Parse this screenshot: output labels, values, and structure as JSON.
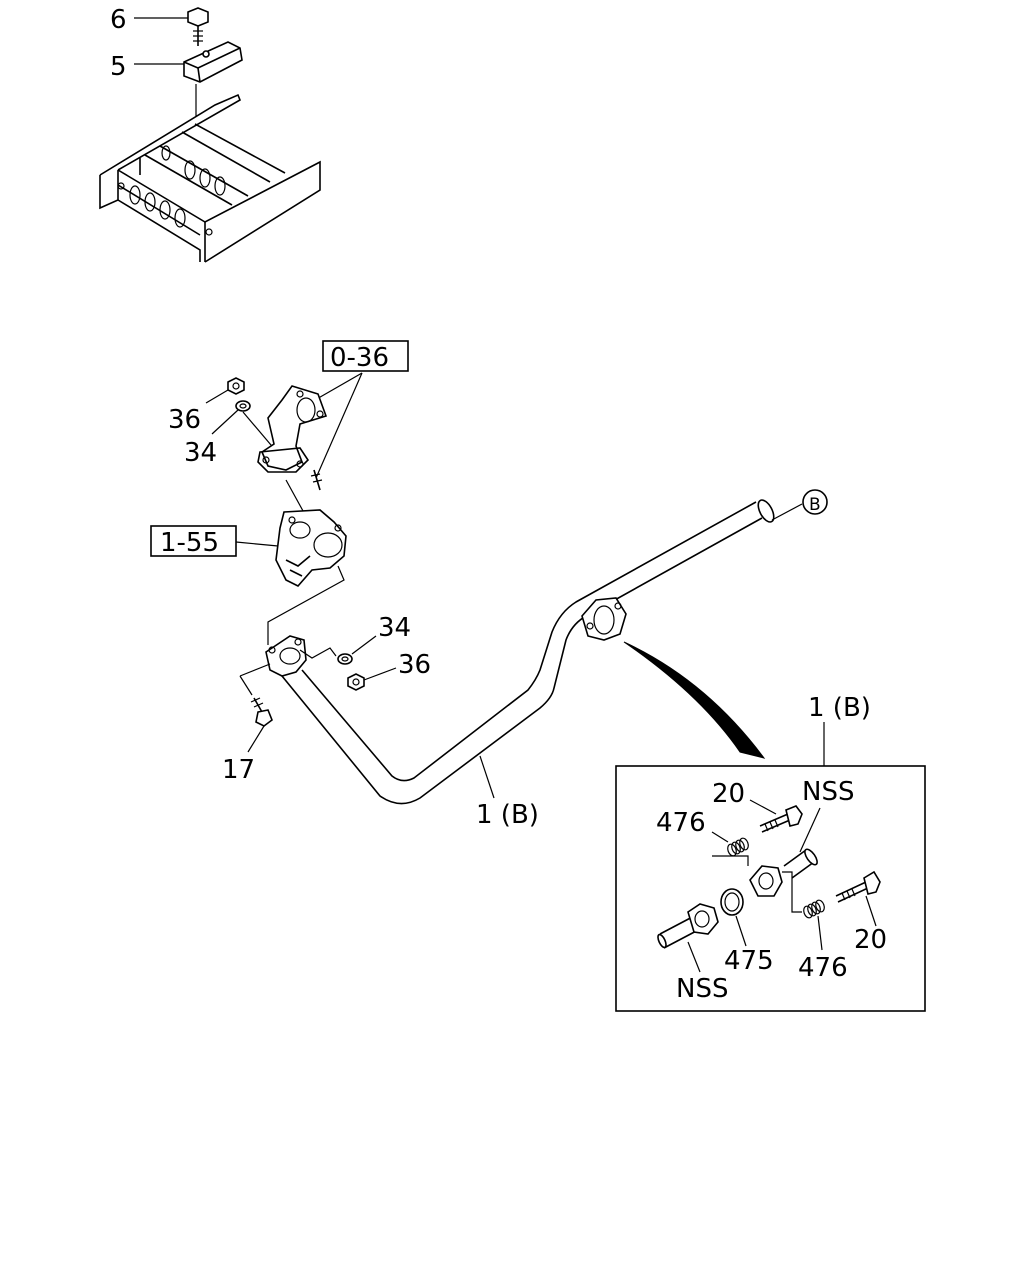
{
  "labels": {
    "p6": "6",
    "p5": "5",
    "ref036": "0-36",
    "ref155": "1-55",
    "p36a": "36",
    "p34a": "34",
    "p34b": "34",
    "p36b": "36",
    "p17": "17",
    "pipe": "1 (B)",
    "circleB": "B",
    "detail": "1 (B)",
    "d20a": "20",
    "dNSSa": "NSS",
    "d476a": "476",
    "d20b": "20",
    "d476b": "476",
    "d475": "475",
    "dNSSb": "NSS"
  }
}
